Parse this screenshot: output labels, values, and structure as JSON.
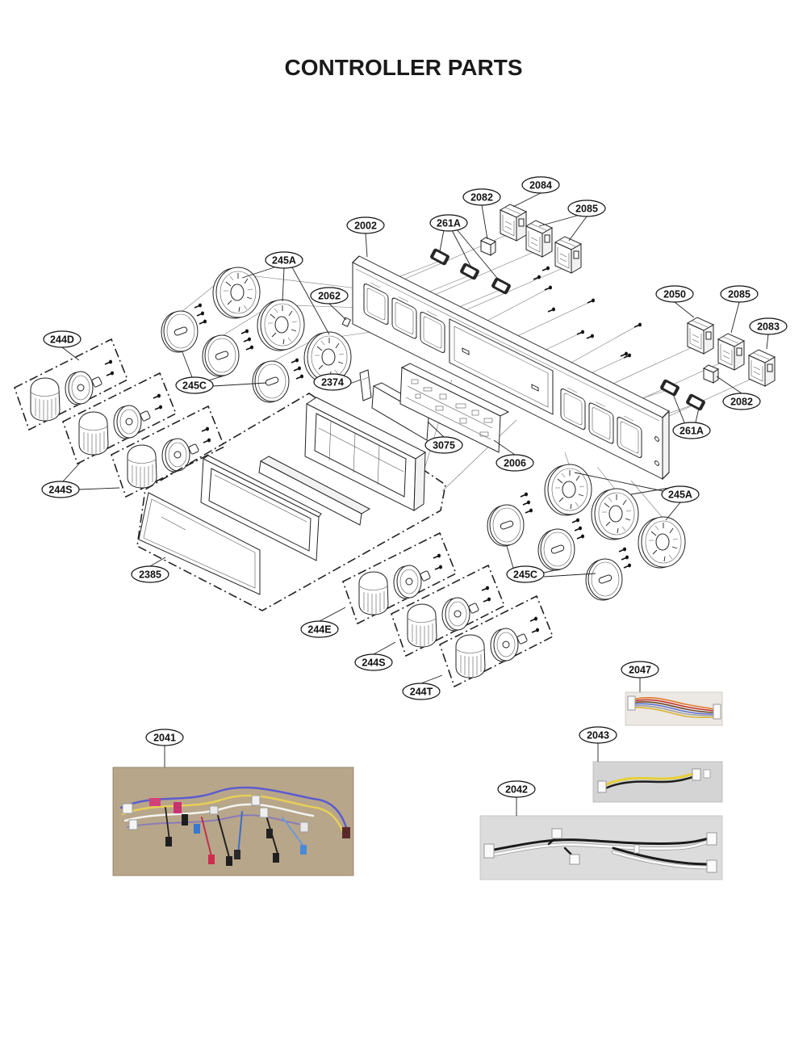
{
  "title": "CONTROLLER PARTS",
  "callouts": [
    "2084",
    "2082",
    "2085",
    "261A",
    "2002",
    "245A",
    "2062",
    "2050",
    "2085",
    "2083",
    "244D",
    "2374",
    "245C",
    "2082",
    "3075",
    "261A",
    "2006",
    "245A",
    "244S",
    "2385",
    "245C",
    "244E",
    "244S",
    "244T",
    "2047",
    "2043",
    "2041",
    "2042"
  ]
}
